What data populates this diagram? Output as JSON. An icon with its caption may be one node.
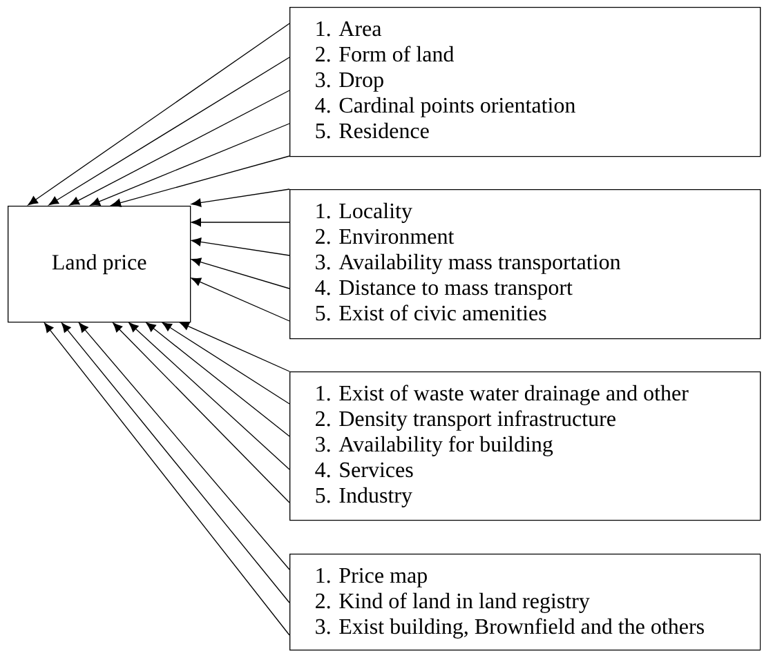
{
  "diagram": {
    "nodes": [
      {
        "text": [
          "Land price"
        ]
      },
      {
        "text": [
          "1. Area",
          "2. Form of land",
          "3. Drop",
          "4. Cardinal points orientation",
          "5. Residence"
        ]
      },
      {
        "text": [
          "1. Locality",
          "2. Environment",
          "3. Availability mass transportation",
          "4. Distance to mass transport",
          "5. Exist of civic amenities"
        ]
      },
      {
        "text": [
          "1. Exist of  waste water drainage and other",
          "2. Density transport infrastructure",
          "3. Availability for building",
          "4. Services",
          "5. Industry"
        ]
      },
      {
        "text": [
          "1. Price map",
          "2. Kind of land in land registry",
          "3. Exist building, Brownfield and the others"
        ]
      }
    ],
    "edges": [
      {
        "from": 1,
        "to": 0,
        "arrow": "to"
      },
      {
        "from": 1,
        "to": 0,
        "arrow": "to"
      },
      {
        "from": 1,
        "to": 0,
        "arrow": "to"
      },
      {
        "from": 1,
        "to": 0,
        "arrow": "to"
      },
      {
        "from": 1,
        "to": 0,
        "arrow": "to"
      },
      {
        "from": 2,
        "to": 0,
        "arrow": "to"
      },
      {
        "from": 2,
        "to": 0,
        "arrow": "to"
      },
      {
        "from": 2,
        "to": 0,
        "arrow": "to"
      },
      {
        "from": 2,
        "to": 0,
        "arrow": "to"
      },
      {
        "from": 2,
        "to": 0,
        "arrow": "to"
      },
      {
        "from": 3,
        "to": 0,
        "arrow": "to"
      },
      {
        "from": 3,
        "to": 0,
        "arrow": "to"
      },
      {
        "from": 3,
        "to": 0,
        "arrow": "to"
      },
      {
        "from": 3,
        "to": 0,
        "arrow": "to"
      },
      {
        "from": 3,
        "to": 0,
        "arrow": "to"
      },
      {
        "from": 4,
        "to": 0,
        "arrow": "to"
      },
      {
        "from": 4,
        "to": 0,
        "arrow": "to"
      },
      {
        "from": 4,
        "to": 0,
        "arrow": "to"
      }
    ]
  }
}
